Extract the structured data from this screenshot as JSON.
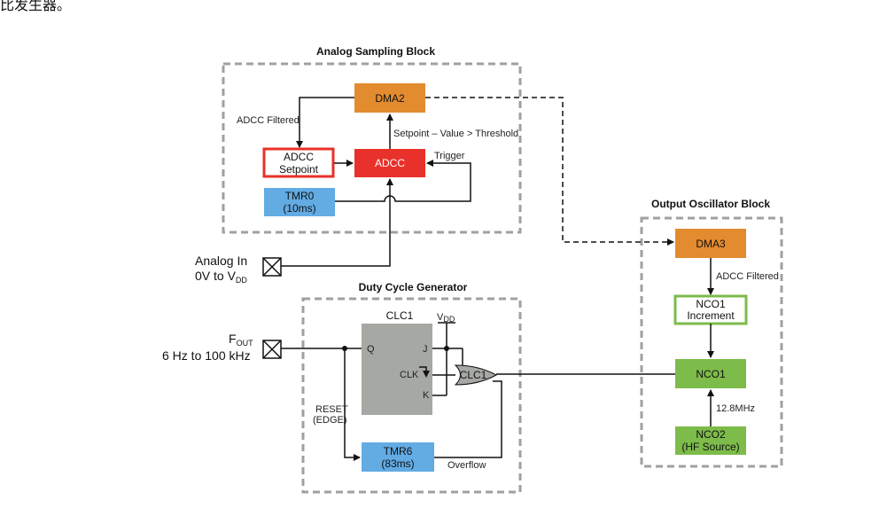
{
  "top_fragment": "比发生器。",
  "blocks": {
    "analog": "Analog Sampling Block",
    "output": "Output Oscillator Block",
    "duty": "Duty Cycle Generator"
  },
  "nodes": {
    "dma2": "DMA2",
    "adcc": "ADCC",
    "adcc_setpoint_1": "ADCC",
    "adcc_setpoint_2": "Setpoint",
    "tmr0_1": "TMR0",
    "tmr0_2": "(10ms)",
    "dma3": "DMA3",
    "nco1_inc_1": "NCO1",
    "nco1_inc_2": "Increment",
    "nco1": "NCO1",
    "nco2_1": "NCO2",
    "nco2_2": "(HF Source)",
    "clc1_block": "CLC1",
    "clc1_gate": "CLC1",
    "tmr6_1": "TMR6",
    "tmr6_2": "(83ms)"
  },
  "labels": {
    "adcc_filtered_left": "ADCC Filtered",
    "setpoint_threshold": "Setpoint – Value > Threshold",
    "trigger": "Trigger",
    "adcc_filtered_right": "ADCC Filtered",
    "freq": "12.8MHz",
    "reset_1": "RESET",
    "reset_2": "(EDGE)",
    "overflow": "Overflow",
    "pin_q": "Q",
    "pin_j": "J",
    "pin_clk": "CLK",
    "pin_k": "K",
    "vdd_main": "V",
    "vdd_sub": "DD"
  },
  "pins": {
    "analog_in_1": "Analog In",
    "analog_in_2_main": "0V to V",
    "analog_in_2_sub": "DD",
    "fout_main": "F",
    "fout_sub": "OUT",
    "fout_range": "6 Hz to 100 kHz"
  },
  "colors": {
    "orange": "#E38B2F",
    "red": "#E8312A",
    "blue": "#62ABE3",
    "green": "#7DBB4A",
    "gray_block": "#A6A8A4",
    "dash": "#A0A0A0"
  }
}
